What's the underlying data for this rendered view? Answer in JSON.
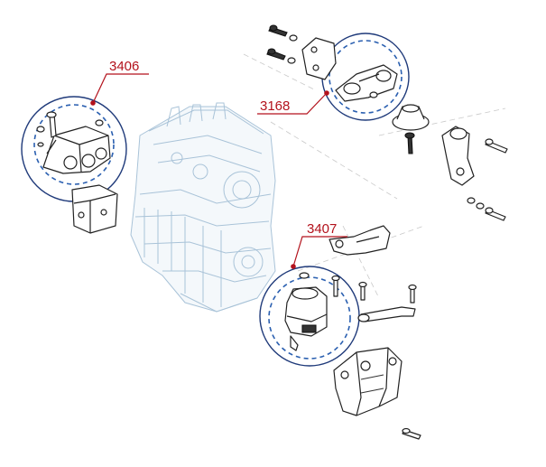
{
  "diagram": {
    "callouts": [
      {
        "id": "3406",
        "label": "3406"
      },
      {
        "id": "3168",
        "label": "3168"
      },
      {
        "id": "3407",
        "label": "3407"
      }
    ],
    "colors": {
      "callout": "#b3121c",
      "circle_outer": "#1f3a7a",
      "circle_inner": "#2a5fb0",
      "engine_outline": "#a9c3d8",
      "part_stroke": "#222222"
    }
  }
}
